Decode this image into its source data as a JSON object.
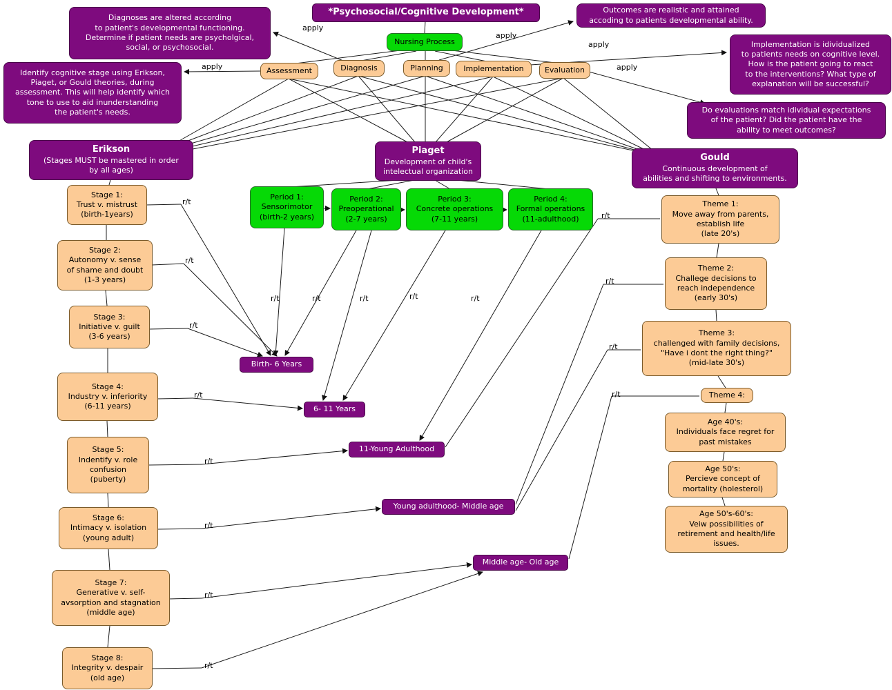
{
  "title": "*Psychosocial/Cognitive Development*",
  "labels": {
    "apply": "apply",
    "rt": "r/t"
  },
  "process": {
    "root": "Nursing Process",
    "steps": [
      "Assessment",
      "Diagnosis",
      "Planning",
      "Implementation",
      "Evaluation"
    ]
  },
  "notes": {
    "diagnosis": "Diagnoses are altered according\nto patient's developmental functioning.\nDetermine if patient needs are psycholgical,\nsocial, or psychosocial.",
    "assessment": "Identify cognitive stage using Erikson,\nPiaget, or Gould theories, during\nassessment. This will help identify which\ntone to use to aid inunderstanding\nthe patient's needs.",
    "outcomes": "Outcomes are realistic and attained\naccoding to patients developmental ability.",
    "implementation": "Implementation is idividualized\nto patients needs on cognitive level.\nHow is the patient going to react\nto the interventions? What type of\nexplanation will be successful?",
    "evaluation": "Do evaluations match idividual expectations\nof the patient? Did the patient have the\nability to meet outcomes?"
  },
  "erikson": {
    "title": "Erikson",
    "subtitle": "(Stages MUST be mastered in order\nby all ages)",
    "stages": [
      "Stage 1:\nTrust v. mistrust\n(birth-1years)",
      "Stage 2:\nAutonomy v. sense\nof shame and doubt\n(1-3 years)",
      "Stage 3:\nInitiative v. guilt\n(3-6 years)",
      "Stage 4:\nIndustry v. inferiority\n(6-11 years)",
      "Stage 5:\nIndentify v. role\nconfusion\n(puberty)",
      "Stage 6:\nIntimacy v. isolation\n(young adult)",
      "Stage 7:\nGenerative v. self-\navsorption and stagnation\n(middle age)",
      "Stage 8:\nIntegrity v. despair\n(old age)"
    ]
  },
  "piaget": {
    "title": "Piaget",
    "subtitle": "Development of child's\nintelectual organization",
    "periods": [
      "Period 1:\nSensorimotor\n(birth-2 years)",
      "Period 2:\nPreoperational\n(2-7 years)",
      "Period 3:\nConcrete operations\n(7-11 years)",
      "Period 4:\nFormal operations\n(11-adulthood)"
    ]
  },
  "gould": {
    "title": "Gould",
    "subtitle": "Continuous development of\nabilities and shifting to environments.",
    "themes": [
      "Theme 1:\nMove away from parents,\nestablish life\n(late 20's)",
      "Theme 2:\nChallege decisions to\nreach independence\n(early 30's)",
      "Theme 3:\nchallenged with family decisions,\n\"Have i dont the right thing?\"\n(mid-late 30's)",
      "Theme 4:",
      "Age 40's:\nIndividuals face regret for\npast mistakes",
      "Age 50's:\nPercieve concept of\nmortality (holesterol)",
      "Age 50's-60's:\nVeiw possibilities of\nretirement and health/life\nissues."
    ]
  },
  "age_groups": [
    "Birth- 6 Years",
    "6- 11 Years",
    "11-Young Adulthood",
    "Young adulthood- Middle age",
    "Middle age- Old age"
  ]
}
